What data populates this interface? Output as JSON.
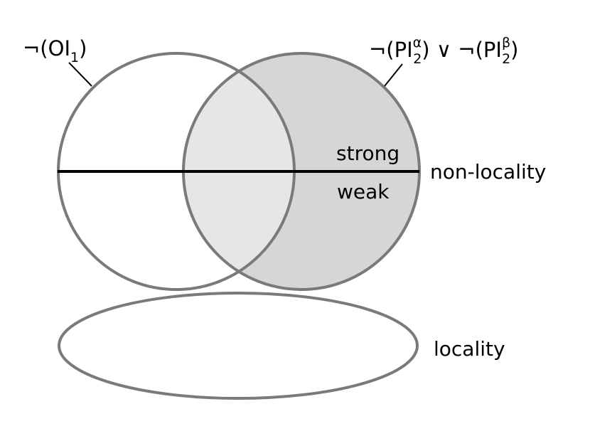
{
  "diagram": {
    "labels": {
      "oi_set": {
        "prefix": "¬(OI",
        "subscript": "1",
        "suffix": ")"
      },
      "pi_set": {
        "part1_prefix": "¬(PI",
        "part1_sup": "α",
        "part1_sub": "2",
        "part1_suffix": ")",
        "operator": " ∨ ",
        "part2_prefix": "¬(PI",
        "part2_sup": "β",
        "part2_sub": "2",
        "part2_suffix": ")"
      },
      "strong": "strong",
      "weak": "weak",
      "non_locality": "non-locality",
      "locality": "locality"
    },
    "colors": {
      "outline": "#7a7a7a",
      "right_fill": "#d6d6d6",
      "overlap_fill": "#e6e6e6",
      "divider": "#000000"
    }
  }
}
